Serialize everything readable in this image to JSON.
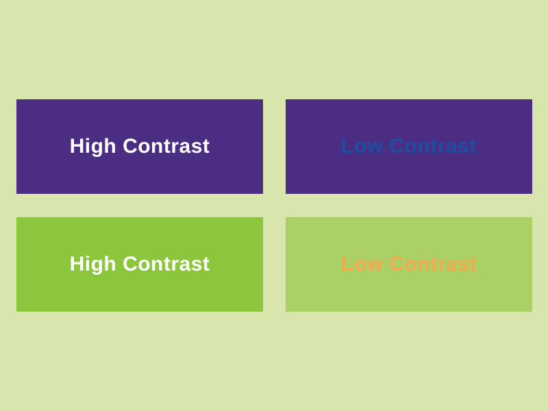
{
  "page": {
    "background": "#d8e6ad",
    "description": "Contrast demonstration figure with four color swatch tiles"
  },
  "colors": {
    "purple": "#4b2d83",
    "green": "#8cc63c",
    "light_green": "#abd065",
    "white": "#ffffff",
    "blue_text": "#1c4fa1",
    "orange_text": "#f5a94e"
  },
  "tiles": [
    {
      "label": "High Contrast",
      "bg": "#4b2d83",
      "fg": "#ffffff"
    },
    {
      "label": "Low Contrast",
      "bg": "#4b2d83",
      "fg": "#1c4fa1"
    },
    {
      "label": "High Contrast",
      "bg": "#8cc63c",
      "fg": "#ffffff"
    },
    {
      "label": "Low Contrast",
      "bg": "#abd065",
      "fg": "#f5a94e"
    }
  ]
}
